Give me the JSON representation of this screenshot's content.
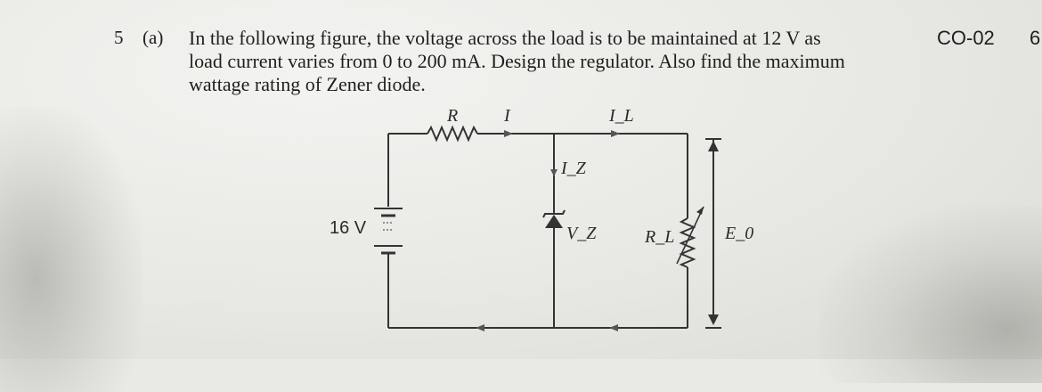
{
  "question": {
    "number": "5",
    "part": "(a)",
    "lines": [
      "In the following figure, the voltage across the load is to be maintained at 12 V as",
      "load current varies from 0 to 200 mA. Design the regulator. Also find the maximum",
      "wattage rating of Zener diode."
    ],
    "course_outcome": "CO-02",
    "marks": "6"
  },
  "circuit": {
    "source_label": "16 V",
    "resistor_label": "R",
    "current_label": "I",
    "load_current_label": "I_L",
    "zener_current_label": "I_Z",
    "zener_voltage_label": "V_Z",
    "load_label": "R_L",
    "output_label": "E_0"
  }
}
